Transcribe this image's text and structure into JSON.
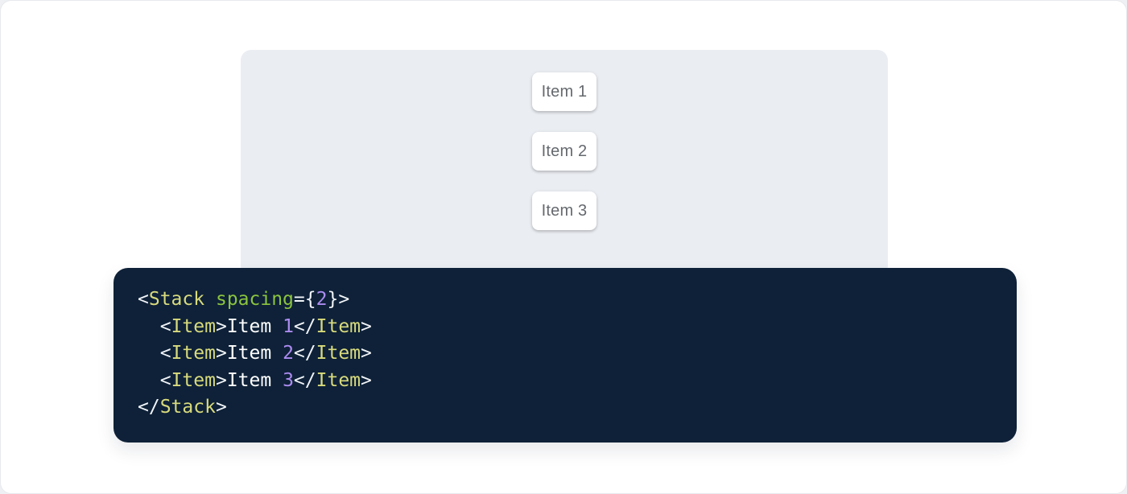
{
  "page": {
    "background": "#eef0f3",
    "card_background": "#ffffff",
    "card_border": "#e7e9ed"
  },
  "demo_panel": {
    "background": "#eaedf2",
    "item_background": "#ffffff",
    "item_text_color": "#65696e",
    "items": [
      {
        "label": "Item 1"
      },
      {
        "label": "Item 2"
      },
      {
        "label": "Item 3"
      }
    ]
  },
  "code_block": {
    "background": "#0e2138",
    "language": "jsx",
    "colors": {
      "tag": "#d8da7c",
      "attr_name": "#8bc43e",
      "number": "#ab8bf0",
      "punctuation": "#f1f4f8",
      "plain": "#ffffff"
    },
    "code_text": "<Stack spacing={2}>\n  <Item>Item 1</Item>\n  <Item>Item 2</Item>\n  <Item>Item 3</Item>\n</Stack>",
    "lines": [
      [
        {
          "t": "punctuation",
          "v": "<"
        },
        {
          "t": "tag",
          "v": "Stack"
        },
        {
          "t": "plain",
          "v": " "
        },
        {
          "t": "attr_name",
          "v": "spacing"
        },
        {
          "t": "punctuation",
          "v": "={"
        },
        {
          "t": "number",
          "v": "2"
        },
        {
          "t": "punctuation",
          "v": "}>"
        }
      ],
      [
        {
          "t": "plain",
          "v": "  "
        },
        {
          "t": "punctuation",
          "v": "<"
        },
        {
          "t": "tag",
          "v": "Item"
        },
        {
          "t": "punctuation",
          "v": ">"
        },
        {
          "t": "plain",
          "v": "Item "
        },
        {
          "t": "number",
          "v": "1"
        },
        {
          "t": "punctuation",
          "v": "</"
        },
        {
          "t": "tag",
          "v": "Item"
        },
        {
          "t": "punctuation",
          "v": ">"
        }
      ],
      [
        {
          "t": "plain",
          "v": "  "
        },
        {
          "t": "punctuation",
          "v": "<"
        },
        {
          "t": "tag",
          "v": "Item"
        },
        {
          "t": "punctuation",
          "v": ">"
        },
        {
          "t": "plain",
          "v": "Item "
        },
        {
          "t": "number",
          "v": "2"
        },
        {
          "t": "punctuation",
          "v": "</"
        },
        {
          "t": "tag",
          "v": "Item"
        },
        {
          "t": "punctuation",
          "v": ">"
        }
      ],
      [
        {
          "t": "plain",
          "v": "  "
        },
        {
          "t": "punctuation",
          "v": "<"
        },
        {
          "t": "tag",
          "v": "Item"
        },
        {
          "t": "punctuation",
          "v": ">"
        },
        {
          "t": "plain",
          "v": "Item "
        },
        {
          "t": "number",
          "v": "3"
        },
        {
          "t": "punctuation",
          "v": "</"
        },
        {
          "t": "tag",
          "v": "Item"
        },
        {
          "t": "punctuation",
          "v": ">"
        }
      ],
      [
        {
          "t": "punctuation",
          "v": "</"
        },
        {
          "t": "tag",
          "v": "Stack"
        },
        {
          "t": "punctuation",
          "v": ">"
        }
      ]
    ]
  }
}
